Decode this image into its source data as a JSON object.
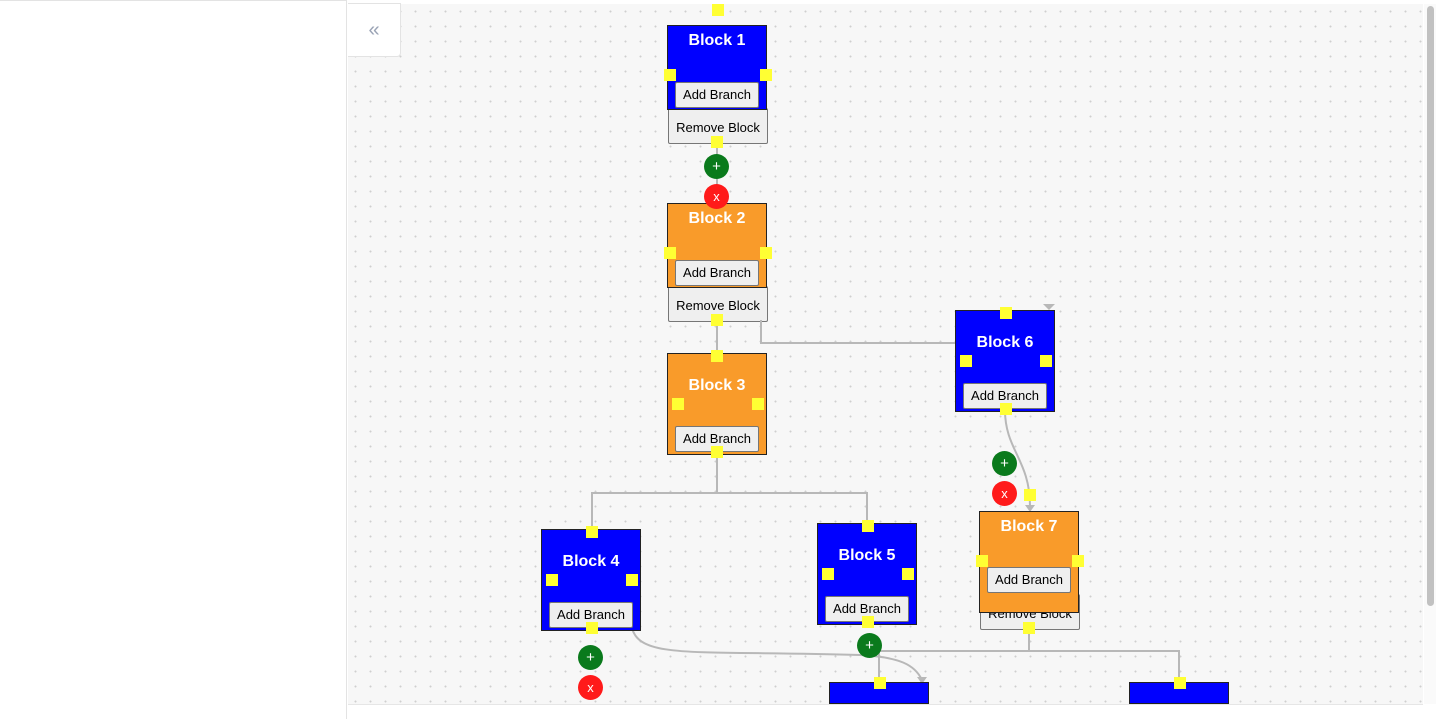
{
  "toolbar": {
    "collapse_icon": "«"
  },
  "blocks": [
    {
      "title": "Block 1",
      "color": "blue",
      "add_label": "Add Branch",
      "remove_label": "Remove Block"
    },
    {
      "title": "Block 2",
      "color": "orange",
      "add_label": "Add Branch",
      "remove_label": "Remove Block"
    },
    {
      "title": "Block 3",
      "color": "orange",
      "add_label": "Add Branch"
    },
    {
      "title": "Block 4",
      "color": "blue",
      "add_label": "Add Branch"
    },
    {
      "title": "Block 5",
      "color": "blue",
      "add_label": "Add Branch"
    },
    {
      "title": "Block 6",
      "color": "blue",
      "add_label": "Add Branch"
    },
    {
      "title": "Block 7",
      "color": "orange",
      "add_label": "Add Branch",
      "remove_label": "Remove Block"
    }
  ],
  "edge_controls": {
    "add_symbol": "+",
    "remove_symbol": "x"
  },
  "colors": {
    "blue": "#0000ff",
    "orange": "#f99b2a",
    "port": "#ffff33",
    "add": "#0a7a1c",
    "remove": "#ff1a1a"
  }
}
